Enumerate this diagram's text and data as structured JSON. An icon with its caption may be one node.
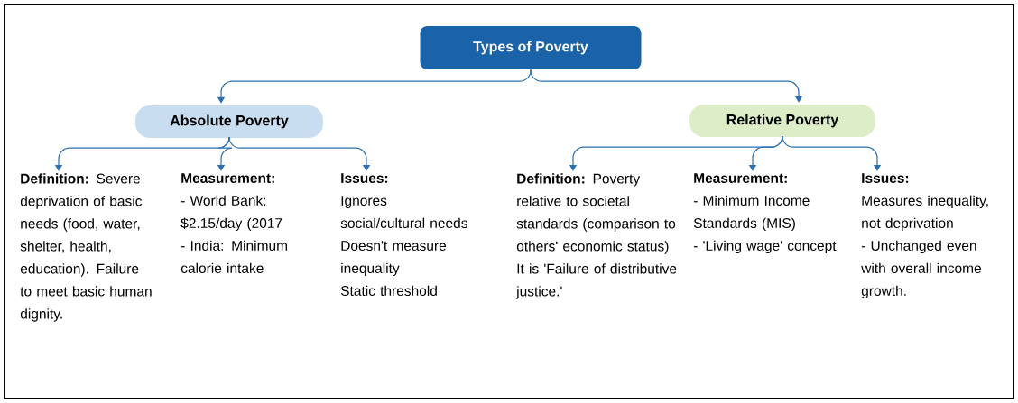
{
  "diagram": {
    "nodes": [
      {
        "text": [
          "Types of Poverty"
        ]
      },
      {
        "text": [
          "Absolute Poverty"
        ]
      },
      {
        "text": [
          "Relative Poverty"
        ]
      },
      {
        "text": [
          "**Definition:** Severe deprivation of basic needs (food, water, shelter, health, education). Failure to meet basic human dignity."
        ]
      },
      {
        "text": [
          "Measurement:",
          "- World Bank: $2.15/day (2017",
          "- India: Minimum calorie intake"
        ]
      },
      {
        "text": [
          "Issues:",
          "Ignores social/cultural needs",
          "Doesn't measure inequality",
          "Static threshold"
        ]
      },
      {
        "text": [
          "**Definition:** Poverty relative to societal standards (comparison to others' economic status) It is 'Failure of distributive justice.'"
        ]
      },
      {
        "text": [
          "Measurement:",
          "- Minimum Income Standards (MIS)",
          "- 'Living wage' concept"
        ]
      },
      {
        "text": [
          "Issues:",
          "Measures inequality, not deprivation",
          "- Unchanged even with overall income growth."
        ]
      }
    ],
    "edges": [
      {
        "from": 0,
        "to": 1,
        "arrow": "to"
      },
      {
        "from": 0,
        "to": 2,
        "arrow": "to"
      },
      {
        "from": 1,
        "to": 3,
        "arrow": "to"
      },
      {
        "from": 1,
        "to": 4,
        "arrow": "to"
      },
      {
        "from": 1,
        "to": 5,
        "arrow": "to"
      },
      {
        "from": 2,
        "to": 6,
        "arrow": "to"
      },
      {
        "from": 2,
        "to": 7,
        "arrow": "to"
      },
      {
        "from": 2,
        "to": 8,
        "arrow": "to"
      }
    ]
  }
}
